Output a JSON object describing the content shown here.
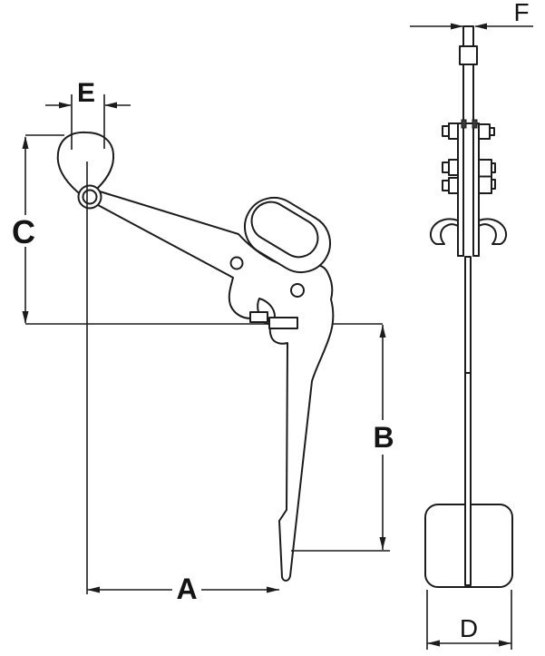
{
  "diagram": {
    "type": "technical-drawing",
    "subject": "vertical plate lifting clamp shown in two orthographic line-art views with dimension callouts",
    "colors": {
      "line": "#1c1c1c",
      "background": "#ffffff"
    },
    "views": {
      "side": {
        "name": "side view",
        "dimension_labels_shown": [
          "E",
          "C",
          "B",
          "A"
        ]
      },
      "front": {
        "name": "front edge view",
        "dimension_labels_shown": [
          "F",
          "D"
        ]
      }
    },
    "dimensions": {
      "a": "A",
      "b": "B",
      "c": "C",
      "d": "D",
      "e": "E",
      "f": "F"
    }
  }
}
